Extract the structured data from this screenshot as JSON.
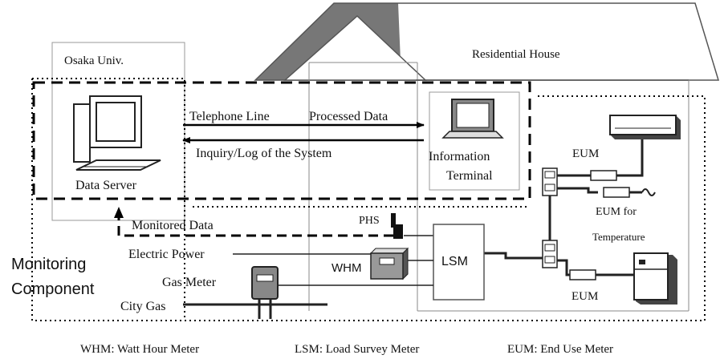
{
  "labels": {
    "osaka_univ": "Osaka Univ.",
    "residential_house": "Residential House",
    "telephone_line": "Telephone Line",
    "processed_data": "Processed Data",
    "inquiry_log": "Inquiry/Log of the System",
    "data_server": "Data Server",
    "info_terminal_line1": "Information",
    "info_terminal_line2": "Terminal",
    "eum_ac": "EUM",
    "eum_for": "EUM for",
    "temperature": "Temperature",
    "eum_fridge": "EUM",
    "phs": "PHS",
    "monitored_data": "Monitored Data",
    "lsm": "LSM",
    "whm": "WHM",
    "electric_power": "Electric Power",
    "gas_meter": "Gas Meter",
    "city_gas": "City Gas",
    "monitoring_line1": "Monitoring",
    "monitoring_line2": "Component"
  },
  "legend": {
    "whm": "WHM: Watt Hour Meter",
    "lsm": "LSM: Load Survey Meter",
    "eum": "EUM: End Use Meter"
  }
}
